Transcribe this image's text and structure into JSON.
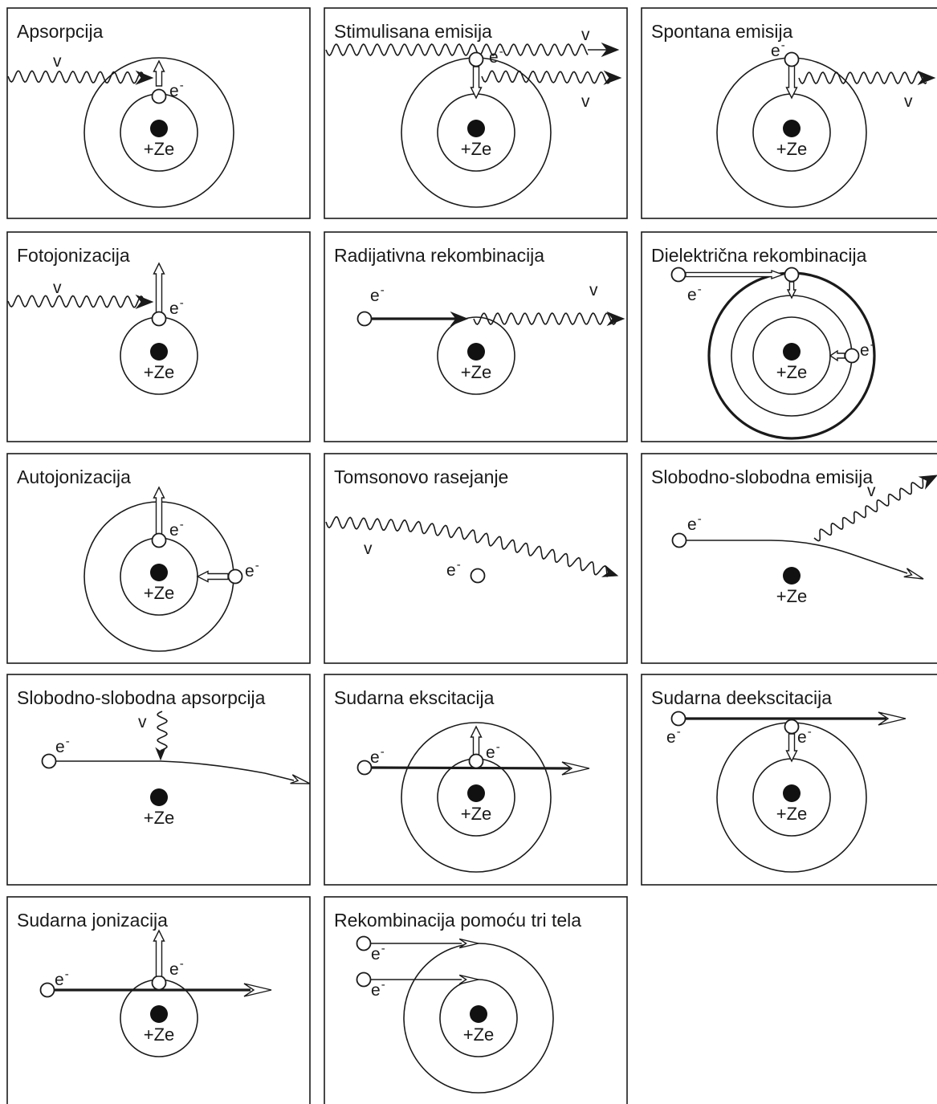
{
  "panels": [
    {
      "id": "apsorpcija",
      "title": "Apsorpcija"
    },
    {
      "id": "stimulisana-emisija",
      "title": "Stimulisana emisija"
    },
    {
      "id": "spontana-emisija",
      "title": "Spontana emisija"
    },
    {
      "id": "fotojonizacija",
      "title": "Fotojonizacija"
    },
    {
      "id": "radijativna-rekombinacija",
      "title": "Radijativna rekombinacija"
    },
    {
      "id": "dielektricna-rekombinacija",
      "title": "Dielektrična rekombinacija"
    },
    {
      "id": "autojonizacija",
      "title": "Autojonizacija"
    },
    {
      "id": "tomsonovo-rasejanje",
      "title": "Tomsonovo rasejanje"
    },
    {
      "id": "slobodno-slobodna-emisija",
      "title": "Slobodno-slobodna emisija"
    },
    {
      "id": "slobodno-slobodna-apsorpcija",
      "title": "Slobodno-slobodna apsorpcija"
    },
    {
      "id": "sudarna-ekscitacija",
      "title": "Sudarna ekscitacija"
    },
    {
      "id": "sudarna-deekscitacija",
      "title": "Sudarna deekscitacija"
    },
    {
      "id": "sudarna-jonizacija",
      "title": "Sudarna jonizacija"
    },
    {
      "id": "rekombinacija-pomocu-tri-tela",
      "title": "Rekombinacija pomoću tri tela"
    }
  ],
  "labels": {
    "photon": "v",
    "electron": "e",
    "electron_charge": "-",
    "nucleus": "+Ze"
  }
}
